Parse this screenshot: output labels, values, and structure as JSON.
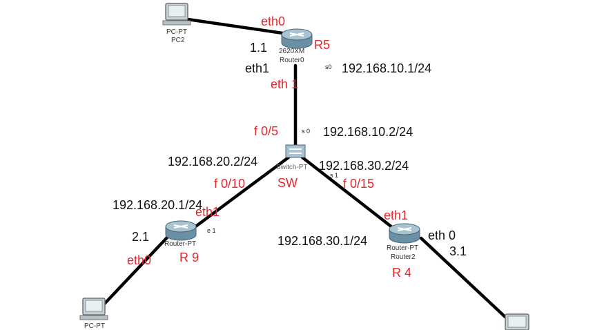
{
  "colors": {
    "link": "#000000",
    "annotation": "#e4262b",
    "text": "#111111",
    "device_gray": "#9aa4a8",
    "router_blue": "#7fa2b4"
  },
  "devices": {
    "pc2": {
      "type": "PC-PT",
      "name": "PC2",
      "icon": "pc-icon"
    },
    "router0": {
      "type": "2620XM",
      "name": "Router0",
      "icon": "router-icon",
      "tag": "R5"
    },
    "sw": {
      "type": "Switch-PT",
      "tag": "SW",
      "icon": "switch-icon"
    },
    "r9": {
      "type": "Router-PT",
      "tag": "R 9",
      "icon": "router-icon"
    },
    "router2": {
      "type": "Router-PT",
      "name": "Router2",
      "icon": "router-icon",
      "tag": "R 4"
    },
    "pc_left": {
      "type": "PC-PT",
      "icon": "pc-icon"
    },
    "pc_right": {
      "icon": "pc-icon"
    }
  },
  "annotations": {
    "r5_eth0": "eth0",
    "r5_host": "1.1",
    "r5_eth1_black": "eth1",
    "r5_eth1_red": "eth 1",
    "r5_s0": "s0",
    "r5_ip": "192.168.10.1/24",
    "sw_f05": "f  0/5",
    "sw_s0": "s 0",
    "sw_ip_10": "192.168.10.2/24",
    "sw_ip_20": "192.168.20.2/24",
    "sw_ip_30": "192.168.30.2/24",
    "sw_f010": "f 0/10",
    "sw_s1": "s 1",
    "sw_f015": "f  0/15",
    "r9_ip": "192.168.20.1/24",
    "r9_eth1": "eth1",
    "r9_e1": "e 1",
    "r9_host": "2.1",
    "r9_eth0": "eth0",
    "r4_ip": "192.168.30.1/24",
    "r4_eth1": "eth1",
    "r4_eth0": "eth 0",
    "r4_host": "3.1"
  }
}
